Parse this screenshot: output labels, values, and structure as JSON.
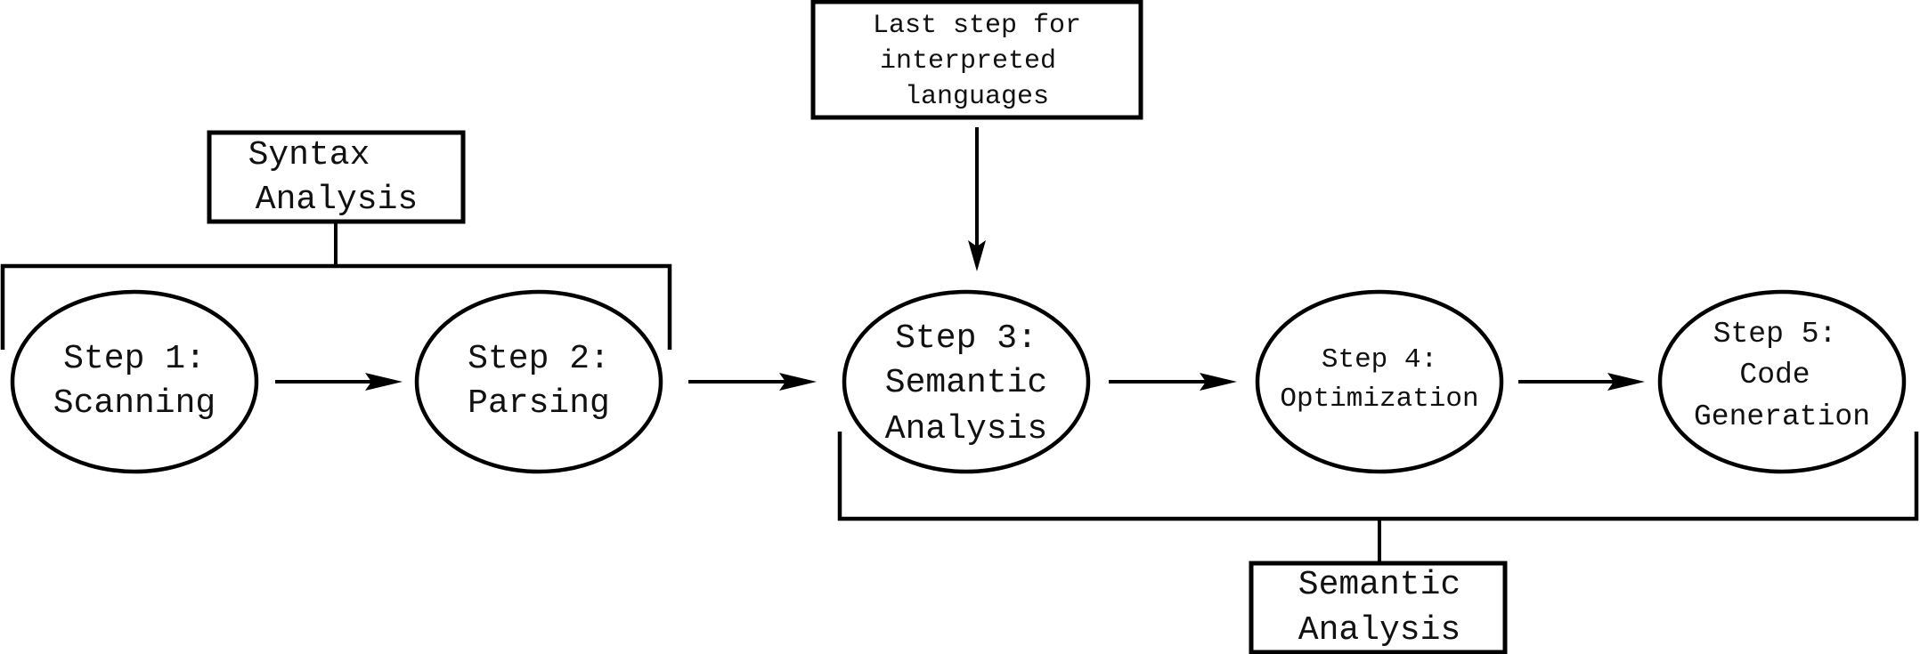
{
  "diagram": {
    "steps": [
      {
        "lines": [
          "Step 1:",
          "Scanning"
        ]
      },
      {
        "lines": [
          "Step 2:",
          "Parsing"
        ]
      },
      {
        "lines": [
          "Step 3:",
          "Semantic",
          "Analysis"
        ]
      },
      {
        "lines": [
          "Step 4:",
          "Optimization"
        ]
      },
      {
        "lines": [
          "Step 5:",
          "Code",
          "Generation"
        ]
      }
    ],
    "syntax_box": {
      "lines": [
        "Syntax",
        "Analysis"
      ]
    },
    "semantic_box": {
      "lines": [
        "Semantic",
        "Analysis"
      ]
    },
    "note_box": {
      "lines": [
        "Last step for",
        "interpreted",
        "languages"
      ]
    }
  }
}
